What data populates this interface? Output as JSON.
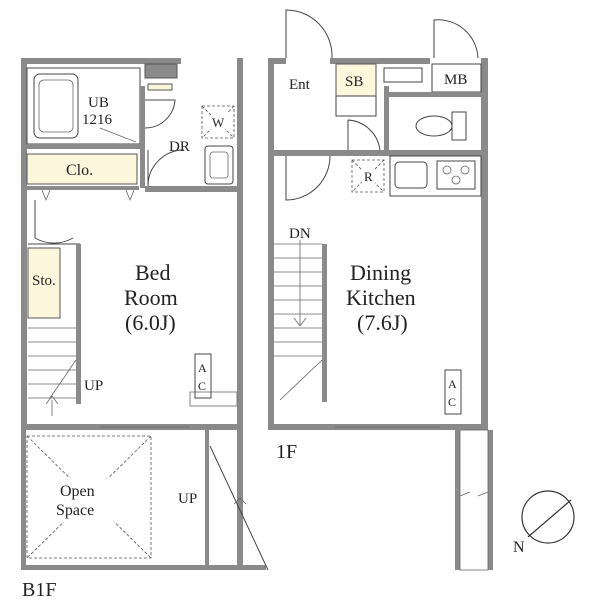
{
  "floors": {
    "basement": {
      "floor_label": "B1F",
      "rooms": {
        "unit_bath": "UB",
        "unit_bath_size": "1216",
        "washer": "W",
        "dressing_room": "DR",
        "closet": "Clo.",
        "storage": "Sto.",
        "bedroom_line1": "Bed",
        "bedroom_line2": "Room",
        "bedroom_area": "(6.0J)",
        "ac": "A\nC",
        "stairs_up": "UP",
        "open_space_line1": "Open",
        "open_space_line2": "Space",
        "outside_up": "UP"
      }
    },
    "first": {
      "floor_label": "1F",
      "rooms": {
        "entrance": "Ent",
        "shoe_box": "SB",
        "meter_box": "MB",
        "refrigerator": "R",
        "stairs_down": "DN",
        "dining_line1": "Dining",
        "dining_line2": "Kitchen",
        "dining_area": "(7.6J)",
        "ac": "A\nC"
      }
    }
  },
  "compass": {
    "label": "N"
  },
  "colors": {
    "wall": "#8a8a8a",
    "highlight": "#fbf6dc",
    "line": "#444444"
  }
}
